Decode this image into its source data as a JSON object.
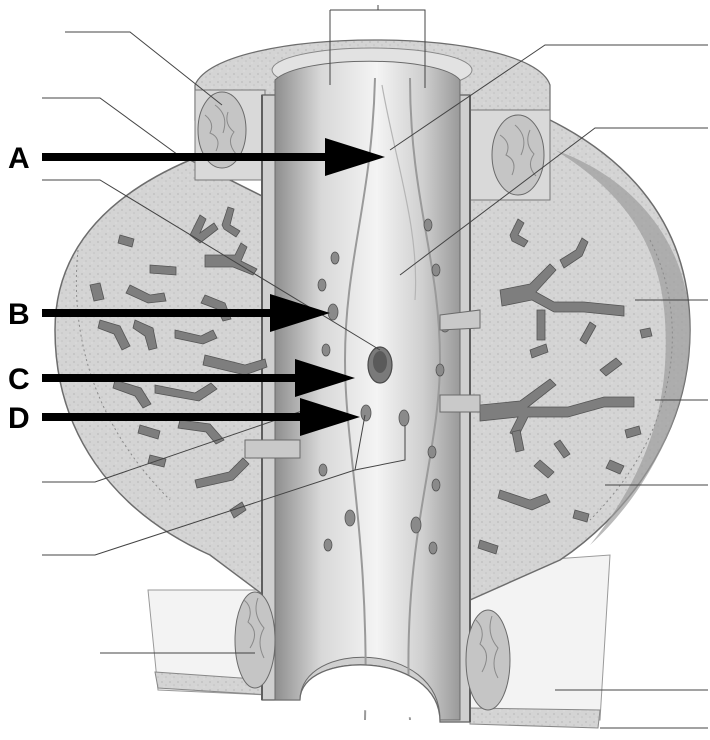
{
  "diagram": {
    "labels": [
      {
        "id": "A",
        "text": "A"
      },
      {
        "id": "B",
        "text": "B"
      },
      {
        "id": "C",
        "text": "C"
      },
      {
        "id": "D",
        "text": "D"
      }
    ]
  },
  "colors": {
    "tissue_fill": "#d2d2d2",
    "tissue_dark": "#8e8e8e",
    "gland": "#7c7c7c",
    "muscle": "#cfcfcf",
    "lumen_light": "#f0f0f0",
    "lumen_dark": "#9a9a9a",
    "leader_line": "#333333",
    "arrow": "#000000",
    "tissue_block": "#f4f4f4"
  }
}
